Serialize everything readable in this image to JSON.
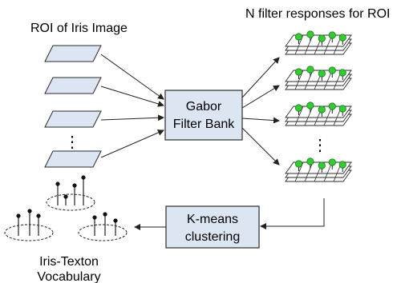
{
  "labels": {
    "roi_title": "ROI of Iris Image",
    "responses_title": "N filter responses for ROI",
    "gabor_line1": "Gabor",
    "gabor_line2": "Filter Bank",
    "kmeans_line1": "K-means",
    "kmeans_line2": "clustering",
    "vocab_line1": "Iris-Texton",
    "vocab_line2": "Vocabulary",
    "ellipsis": "⋮"
  },
  "colors": {
    "box_fill": "#dce6f2",
    "box_stroke": "#2b2b2b",
    "node_fill": "#33cc33",
    "node_stroke": "#1a7a1a",
    "line": "#222222"
  }
}
